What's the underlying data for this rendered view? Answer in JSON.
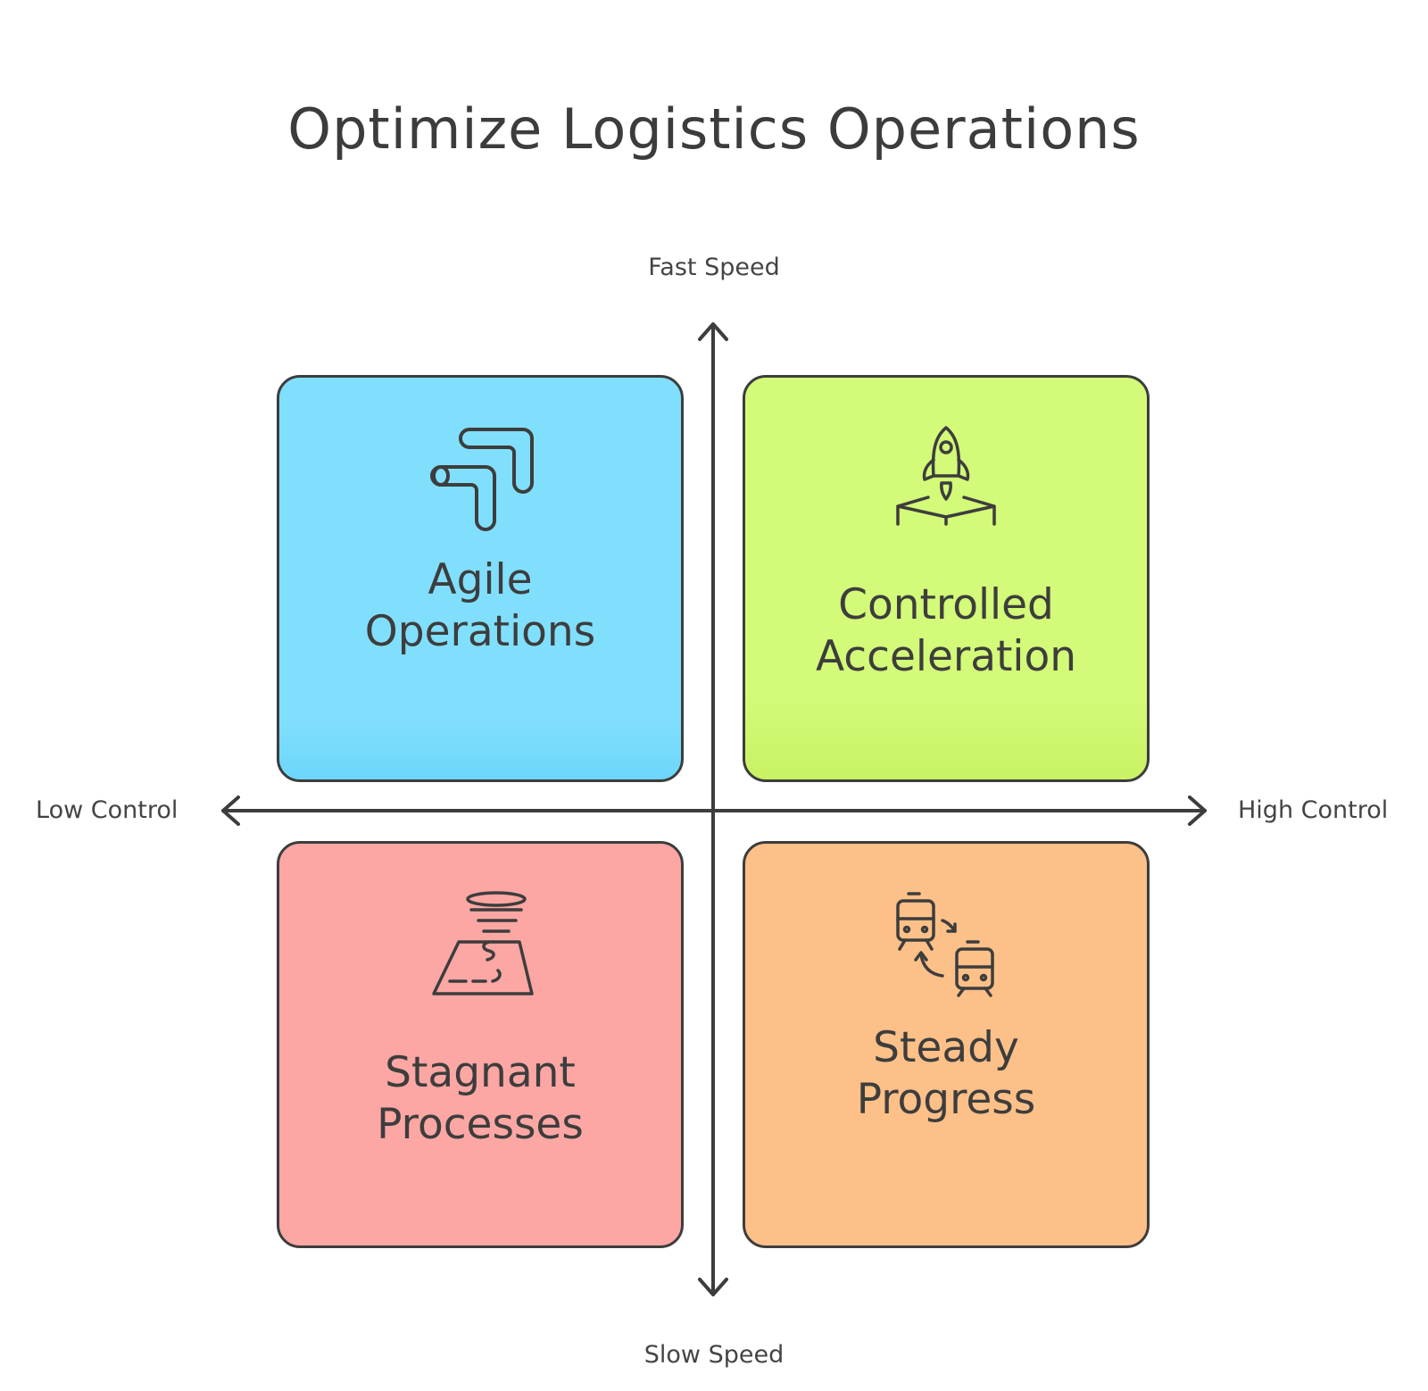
{
  "title": "Optimize Logistics Operations",
  "axes": {
    "top": "Fast Speed",
    "bottom": "Slow Speed",
    "left": "Low Control",
    "right": "High Control"
  },
  "quadrants": [
    {
      "label_line1": "Agile",
      "label_line2": "Operations",
      "icon": "route-arrow-icon",
      "color": "#80dffc"
    },
    {
      "label_line1": "Controlled",
      "label_line2": "Acceleration",
      "icon": "rocket-launch-icon",
      "color": "#d3fa78"
    },
    {
      "label_line1": "Stagnant",
      "label_line2": "Processes",
      "icon": "tornado-map-icon",
      "color": "#fca7a4"
    },
    {
      "label_line1": "Steady",
      "label_line2": "Progress",
      "icon": "trains-exchange-icon",
      "color": "#fdc088"
    }
  ]
}
